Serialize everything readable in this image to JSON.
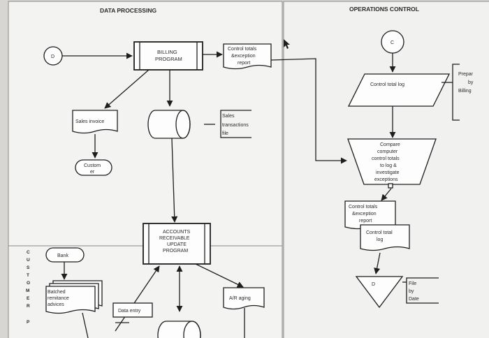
{
  "columns": {
    "left_header": "DATA PROCESSING",
    "right_header": "OPERATIONS CONTROL"
  },
  "connectors": {
    "d_start": "D",
    "c_start": "C"
  },
  "processes": {
    "billing": [
      "BILLING",
      "PROGRAM"
    ],
    "ar_update": [
      "ACCOUNTS",
      "RECEIVABLE",
      "UPDATE",
      "PROGRAM"
    ]
  },
  "documents": {
    "control_totals": [
      "Control totals",
      "&exception",
      "report"
    ],
    "sales_invoice": "Sales invoice",
    "ops_control_totals": [
      "Control totals",
      "&exception",
      "report"
    ],
    "control_total_log_doc": [
      "Control total",
      "log"
    ],
    "batched_remittance": [
      "Batched",
      "remitance",
      "advices"
    ],
    "ar_aging": "A/R aging"
  },
  "files": {
    "sales_transactions": [
      "Sales",
      "transactions",
      "file"
    ],
    "file_by_date": [
      "File",
      "by",
      "Date"
    ],
    "file_marker": "D"
  },
  "terminals": {
    "customer": [
      "Custom",
      "er"
    ],
    "bank": "Bank"
  },
  "io": {
    "control_total_log": "Control total log"
  },
  "manual_op": {
    "compare": [
      "Compare",
      "computer",
      "control totals",
      "to log &",
      "investigate",
      "exceptions"
    ]
  },
  "annotations": {
    "prepared_by_billing": [
      "Prepar",
      "by",
      "Billing"
    ],
    "data_entry": "Data entry",
    "customer_vertical": [
      "C",
      "U",
      "S",
      "T",
      "O",
      "M",
      "E",
      "R",
      "",
      "P"
    ]
  }
}
